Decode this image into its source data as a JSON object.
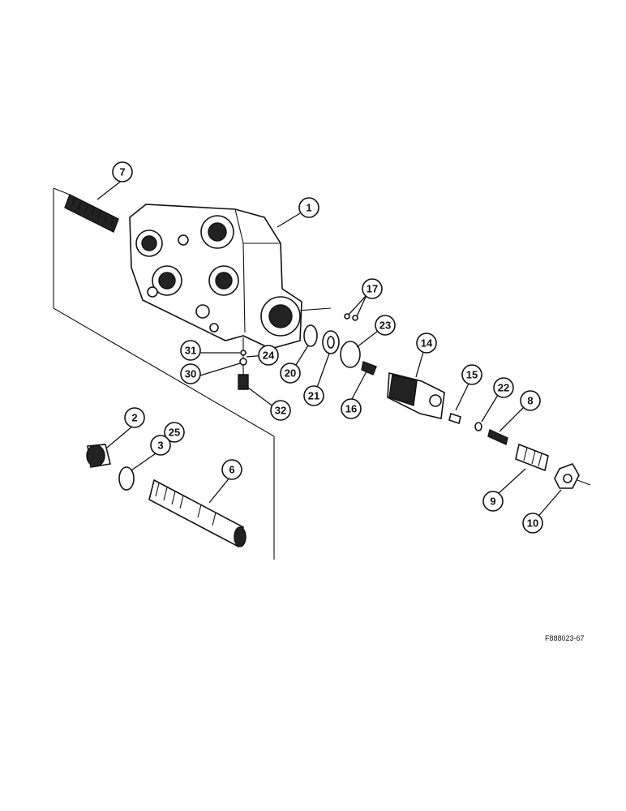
{
  "diagram": {
    "drawing_code": "F888023-67",
    "callouts": [
      "7",
      "1",
      "17",
      "23",
      "14",
      "31",
      "24",
      "30",
      "20",
      "21",
      "16",
      "15",
      "22",
      "8",
      "32",
      "2",
      "25",
      "3",
      "6",
      "9",
      "10"
    ]
  }
}
